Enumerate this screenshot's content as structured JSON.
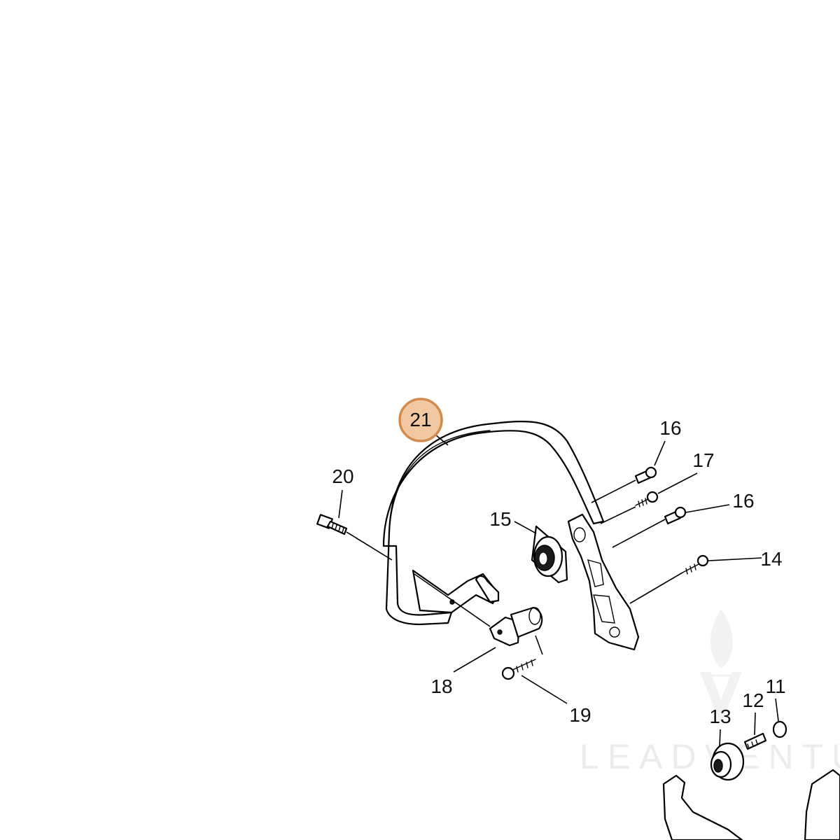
{
  "diagram": {
    "callouts": [
      {
        "id": "21",
        "label": "21",
        "highlighted": true
      },
      {
        "id": "20",
        "label": "20"
      },
      {
        "id": "16a",
        "label": "16"
      },
      {
        "id": "17",
        "label": "17"
      },
      {
        "id": "16b",
        "label": "16"
      },
      {
        "id": "15",
        "label": "15"
      },
      {
        "id": "14",
        "label": "14"
      },
      {
        "id": "18",
        "label": "18"
      },
      {
        "id": "19",
        "label": "19"
      },
      {
        "id": "13",
        "label": "13"
      },
      {
        "id": "12",
        "label": "12"
      },
      {
        "id": "11",
        "label": "11"
      }
    ],
    "highlight_color": "#f2c8a2",
    "highlight_border_color": "#d28a4e"
  },
  "watermark": {
    "text": "LEADVENTUR"
  }
}
